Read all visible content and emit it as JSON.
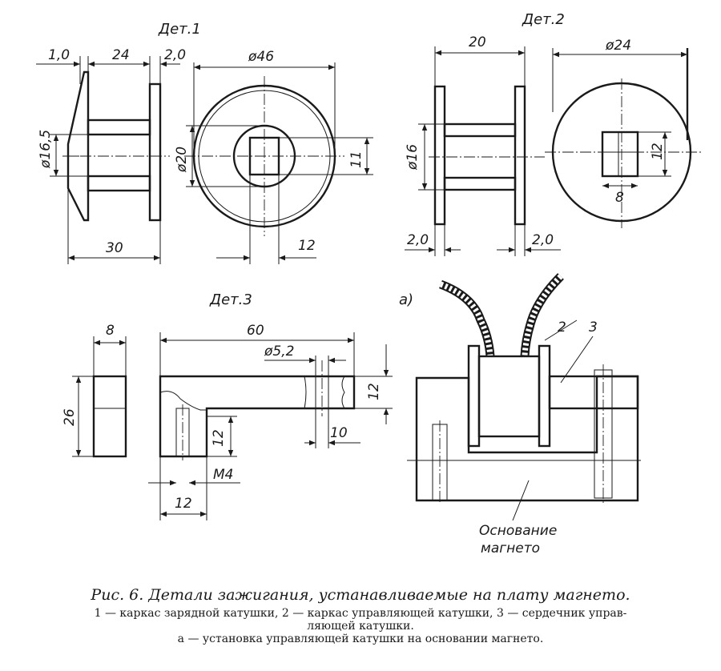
{
  "parts": {
    "p1": {
      "title": "Дет.1",
      "dims": {
        "d1": "1,0",
        "d2": "24",
        "d3": "2,0",
        "d4": "ø16,5",
        "d5": "30",
        "d6": "ø46",
        "d7": "ø20",
        "d8": "11",
        "d9": "12"
      }
    },
    "p2": {
      "title": "Дет.2",
      "dims": {
        "d1": "20",
        "d2": "ø16",
        "d3": "2,0",
        "d4": "2,0",
        "d5": "ø24",
        "d6": "12",
        "d7": "8"
      }
    },
    "p3": {
      "title": "Дет.3",
      "dims": {
        "d1": "8",
        "d2": "26",
        "d3": "60",
        "d4": "ø5,2",
        "d5": "12",
        "d6": "10",
        "d7": "12",
        "d8": "M4",
        "d9": "12"
      }
    },
    "assembly": {
      "label": "а)",
      "callout_2": "2",
      "callout_3": "3",
      "base_label_1": "Основание",
      "base_label_2": "магнето"
    }
  },
  "caption": {
    "title": "Рис. 6. Детали зажигания, устанавливаемые на плату магнето.",
    "line1": "1 — каркас зарядной катушки, 2 — каркас управляющей катушки, 3 — сердечник управ-",
    "line2": "ляющей катушки.",
    "line3": "а — установка управляющей катушки на основании магнето."
  }
}
